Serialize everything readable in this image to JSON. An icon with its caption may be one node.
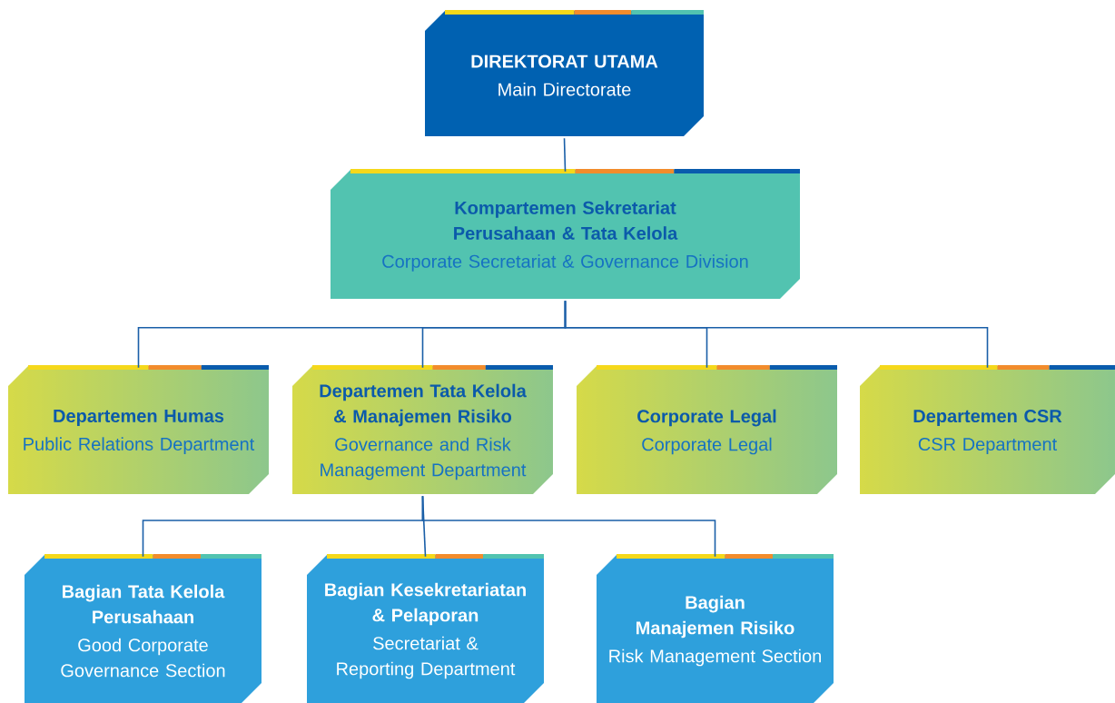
{
  "diagram": {
    "nodes": [
      {
        "text": [
          "DIREKTORAT UTAMA",
          "Main Directorate"
        ]
      },
      {
        "text": [
          "Kompartemen Sekretariat Perusahaan & Tata Kelola",
          "Corporate Secretariat & Governance Division"
        ]
      },
      {
        "text": [
          "Departemen Humas",
          "Public Relations Department"
        ]
      },
      {
        "text": [
          "Departemen Tata Kelola & Manajemen Risiko",
          "Governance and Risk Management Department"
        ]
      },
      {
        "text": [
          "Corporate Legal",
          "Corporate Legal"
        ]
      },
      {
        "text": [
          "Departemen CSR",
          "CSR Department"
        ]
      },
      {
        "text": [
          "Bagian Tata Kelola Perusahaan",
          "Good Corporate Governance Section"
        ]
      },
      {
        "text": [
          "Bagian Kesekretariatan & Pelaporan",
          "Secretariat & Reporting Department"
        ]
      },
      {
        "text": [
          "Bagian Manajemen Risiko",
          "Risk Management Section"
        ]
      }
    ],
    "edges": [
      {
        "from": 0,
        "to": 1,
        "arrow": "none"
      },
      {
        "from": 1,
        "to": 2,
        "arrow": "none"
      },
      {
        "from": 1,
        "to": 3,
        "arrow": "none"
      },
      {
        "from": 1,
        "to": 4,
        "arrow": "none"
      },
      {
        "from": 1,
        "to": 5,
        "arrow": "none"
      },
      {
        "from": 3,
        "to": 6,
        "arrow": "none"
      },
      {
        "from": 3,
        "to": 7,
        "arrow": "none"
      },
      {
        "from": 3,
        "to": 8,
        "arrow": "none"
      }
    ]
  }
}
